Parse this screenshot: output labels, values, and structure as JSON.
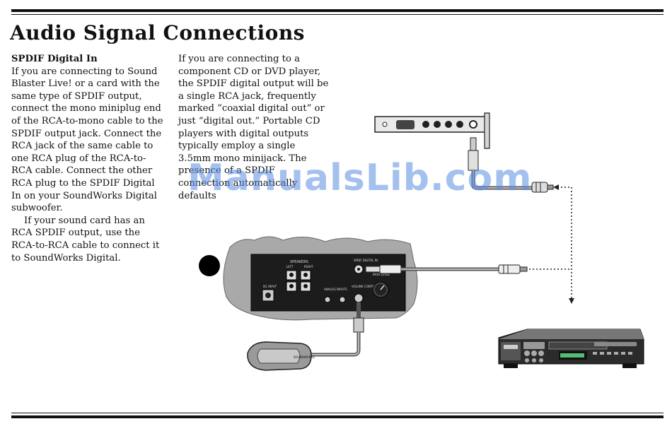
{
  "page": {
    "title": "Audio Signal Connections"
  },
  "left_column": {
    "heading": "SPDIF Digital In",
    "para1": "If you are connecting to Sound Blaster Live! or a card with the same type of SPDIF output, connect the mono miniplug end of the RCA-to-mono cable to the SPDIF output jack.  Connect the RCA jack of the same cable to one RCA plug of the RCA-to-RCA cable.  Connect the other RCA plug to the SPDIF Digital In on your SoundWorks Digital subwoofer.",
    "para2": "If your sound card has an RCA SPDIF output, use the RCA-to-RCA cable to connect it to SoundWorks Digital."
  },
  "middle_column": {
    "para": "If you are connecting to a component CD or DVD player, the SPDIF digital output will be a single RCA jack, frequently marked “coaxial digital out” or just “digital out.” Portable CD players with digital outputs typically employ a single 3.5mm mono minijack. The presence of a SPDIF connection automatically defaults"
  },
  "watermark": {
    "text": "ManualsLib.com"
  },
  "diagram": {
    "speakers_label": "SPEAKERS",
    "left_label": "LEFT",
    "right_label": "RIGHT",
    "spdif_label": "SPDIF DIGITAL IN",
    "bass_label": "BASS LEVEL",
    "volume_label": "VOLUME CONTROL",
    "analog_label": "ANALOG INPUTS",
    "power_label": "DC INPUT",
    "puck_label": "SOUNDWORKS"
  }
}
